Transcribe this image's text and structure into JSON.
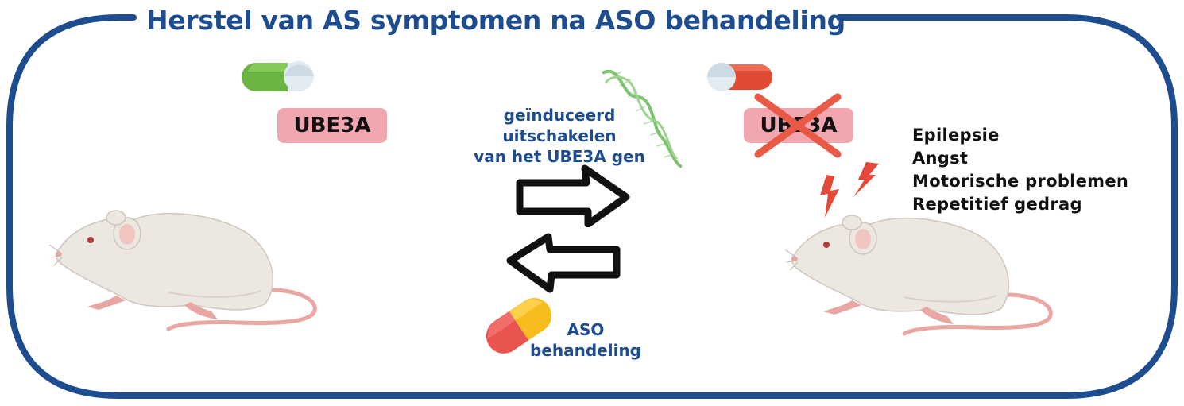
{
  "title": "Herstel van AS symptomen na ASO behandeling",
  "left_state": {
    "protein_label": "UBE3A"
  },
  "right_state": {
    "protein_label": "UBE3A"
  },
  "knockdown_text": [
    "geïnduceerd",
    "uitschakelen",
    "van het UBE3A gen"
  ],
  "treatment_text": [
    "ASO",
    "behandeling"
  ],
  "symptoms": [
    "Epilepsie",
    "Angst",
    "Motorische problemen",
    "Repetitief gedrag"
  ],
  "colors": {
    "frame": "#1d4c8f",
    "title": "#1d4c8f",
    "label_bg": "#f2a7b0",
    "pill_green": "#6ab443",
    "pill_red": "#e04b34",
    "aso_red": "#e95450",
    "aso_yellow": "#f7bd1f",
    "cross": "#e85a45",
    "mouse_body": "#ece7e1",
    "mouse_tail": "#e9a7a3"
  },
  "icons": [
    "capsule-icon",
    "dna-helix-icon",
    "arrow-right-icon",
    "arrow-left-icon",
    "lightning-icon",
    "mouse-icon"
  ]
}
